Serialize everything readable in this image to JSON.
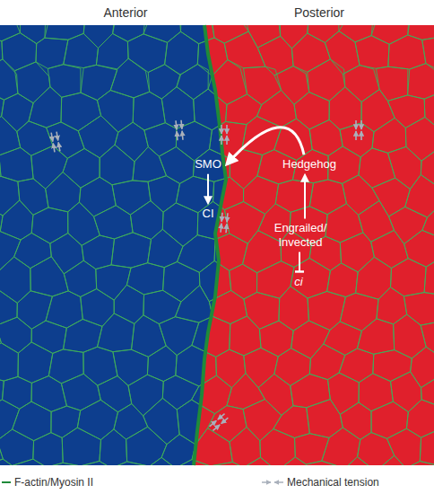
{
  "diagram": {
    "nodes": [
      {
        "text": [
          "SMO"
        ]
      },
      {
        "text": [
          "Hedgehog"
        ]
      },
      {
        "text": [
          "CI"
        ]
      },
      {
        "text": [
          "Engrailed/ Invected"
        ]
      },
      {
        "text": [
          "ci"
        ]
      }
    ],
    "edges": [
      {
        "from": 1,
        "to": 0,
        "arrow": "to"
      },
      {
        "from": 0,
        "to": 2,
        "arrow": "to"
      },
      {
        "from": 3,
        "to": 1,
        "arrow": "to"
      },
      {
        "from": 3,
        "to": 4,
        "arrow": "to"
      }
    ],
    "labels": [
      "Anterior",
      "Posterior"
    ],
    "legend": [
      {
        "text": "F-actin/Myosin II"
      },
      {
        "text": "Mechanical tension"
      }
    ]
  }
}
